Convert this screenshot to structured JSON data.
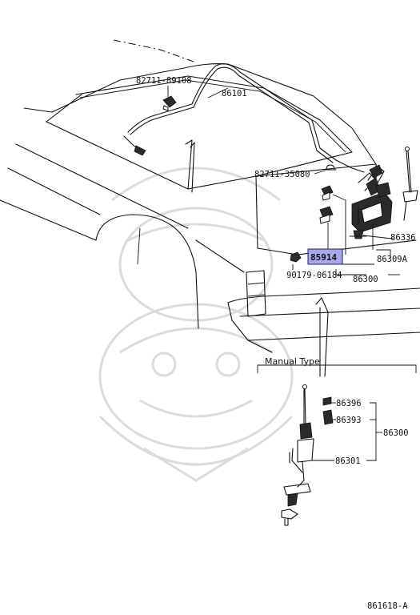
{
  "labels": {
    "p82711_89108": "82711-89108",
    "p86101": "86101",
    "p82711_35080": "82711-35080",
    "p86336": "86336",
    "p85914": "85914",
    "p86309A": "86309A",
    "p90179_06184": "90179-06184",
    "p86300_top": "86300",
    "manual_type": "Manual Type",
    "p86396": "86396",
    "p86393": "86393",
    "p86300_right": "86300",
    "p86301": "86301",
    "diagram_code": "861618-A"
  },
  "highlight_color": "#a9a8e6"
}
